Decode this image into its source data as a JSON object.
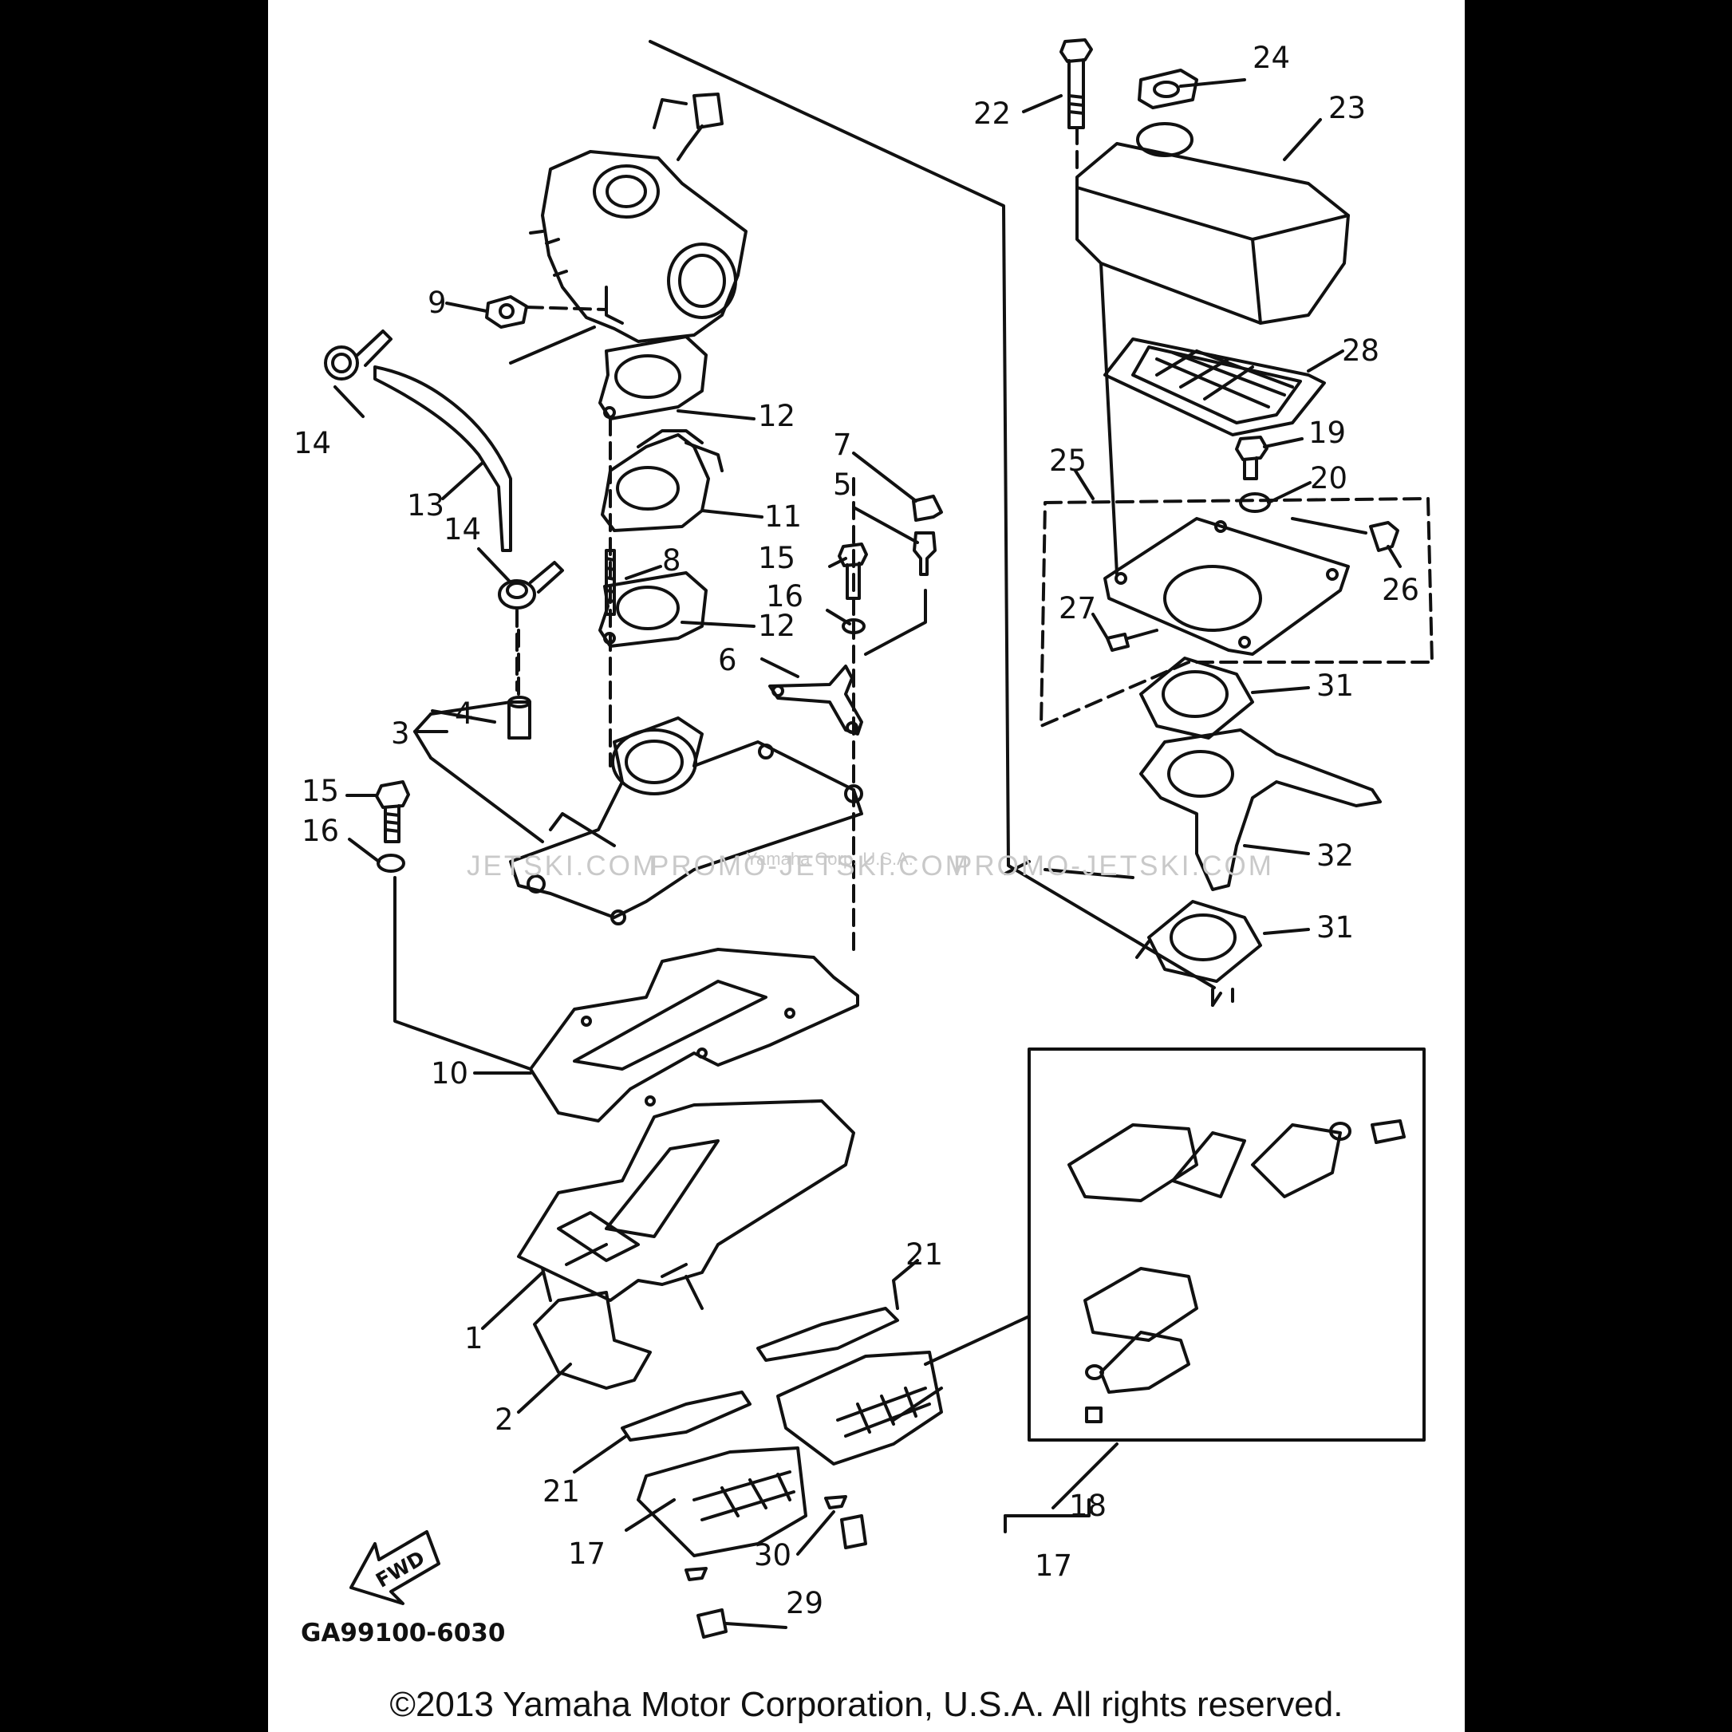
{
  "callouts": {
    "c1": "1",
    "c2": "2",
    "c3": "3",
    "c4": "4",
    "c5": "5",
    "c6": "6",
    "c7": "7",
    "c8": "8",
    "c9": "9",
    "c10": "10",
    "c11": "11",
    "c12a": "12",
    "c12b": "12",
    "c13": "13",
    "c14a": "14",
    "c14b": "14",
    "c15a": "15",
    "c15b": "15",
    "c16a": "16",
    "c16b": "16",
    "c17a": "17",
    "c17b": "17",
    "c18": "18",
    "c19": "19",
    "c20": "20",
    "c21a": "21",
    "c21b": "21",
    "c22": "22",
    "c23": "23",
    "c24": "24",
    "c25": "25",
    "c26": "26",
    "c27": "27",
    "c28": "28",
    "c29": "29",
    "c30": "30",
    "c31a": "31",
    "c31b": "31",
    "c32": "32"
  },
  "watermark": {
    "left": "JETSKI.COM",
    "middle": "PROMO-JETSKI.COM",
    "right": "PROMO-JETSKI.COM",
    "faint": "Yamaha Corp. U.S.A."
  },
  "fwd_label": "FWD",
  "diagram_code": "GA99100-6030",
  "copyright": "©2013 Yamaha Motor Corporation, U.S.A. All rights reserved.",
  "colors": {
    "background": "#000000",
    "sheet": "#ffffff",
    "ink": "#111111",
    "watermark": "#c9c9c9"
  }
}
